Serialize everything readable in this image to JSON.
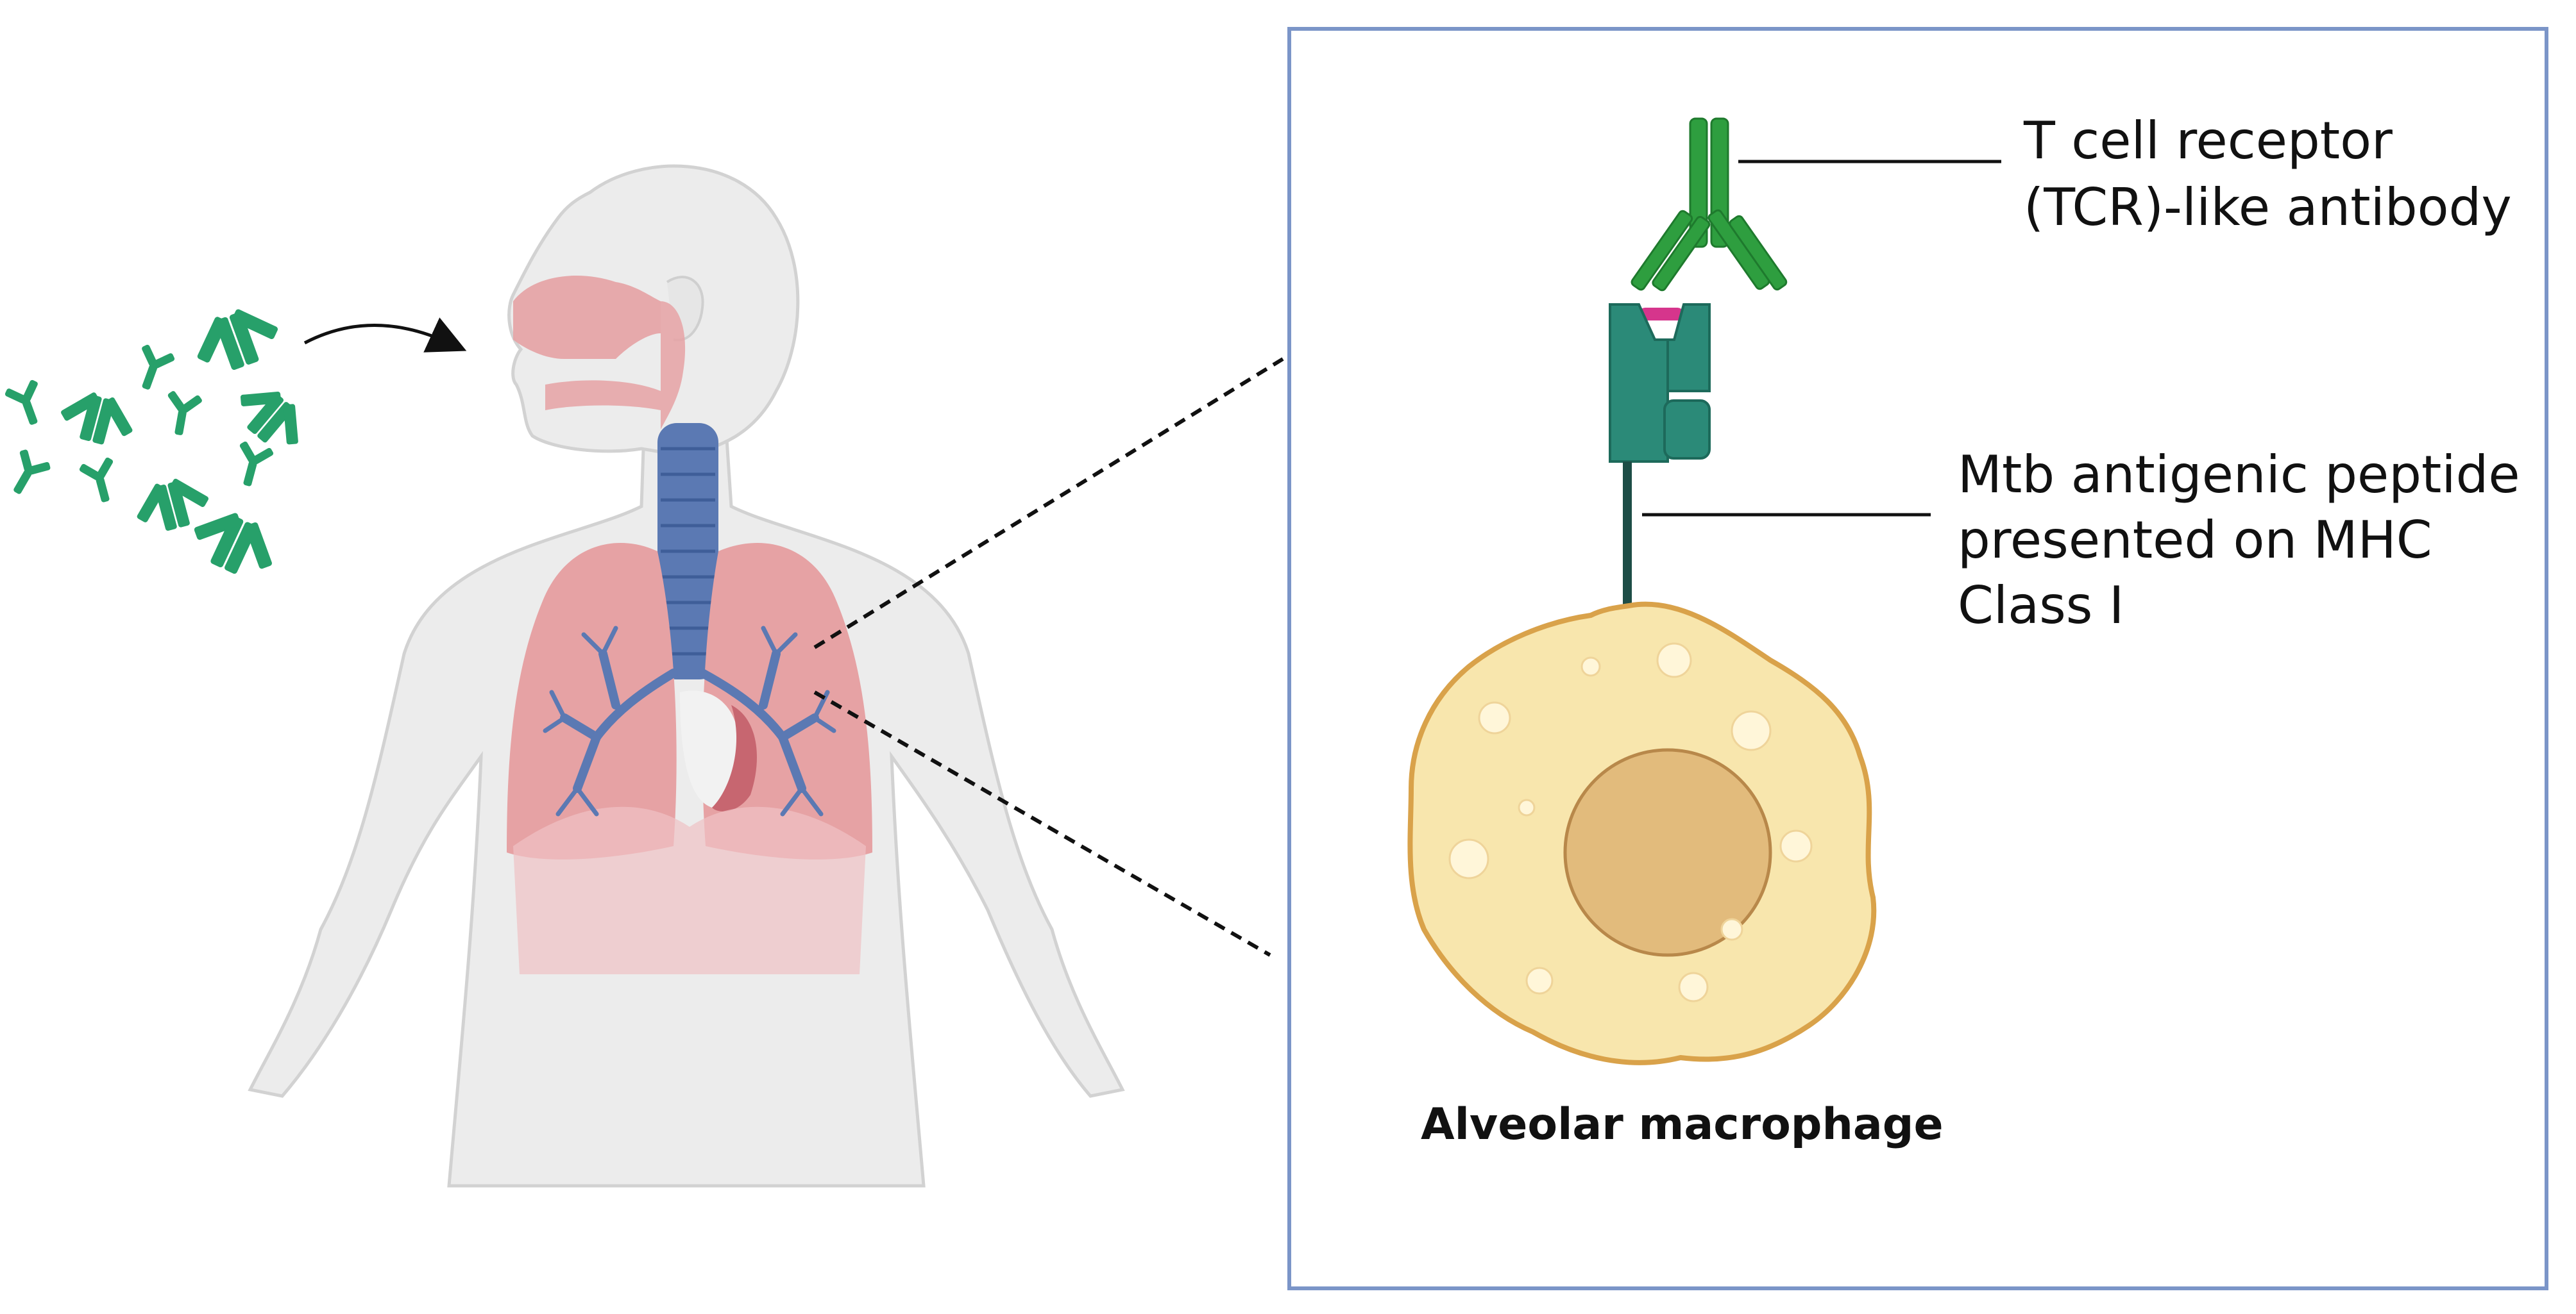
{
  "labels": {
    "tcr": {
      "line1": "T cell receptor",
      "line2": "(TCR)-like antibody"
    },
    "mhc": {
      "line1": "Mtb antigenic peptide",
      "line2": "presented on MHC",
      "line3": "Class I"
    },
    "macrophage": "Alveolar macrophage"
  },
  "icons": [
    "antibody-icon",
    "human-body-icon",
    "mhc-class-i-icon",
    "macrophage-icon",
    "arrow-icon"
  ],
  "colors": {
    "antibody_green": "#2e9e3f",
    "aerosol_green": "#27a06a",
    "mhc_teal": "#2b8a78",
    "peptide_pink": "#d6358c",
    "macrophage_fill": "#f8e6ad",
    "macrophage_outline": "#d9a24a",
    "nucleus_fill": "#e2bb7c",
    "lung_pink": "#e6a2a4",
    "airway_blue": "#5b79b3",
    "panel_border": "#7b95c8",
    "body_gray": "#ececec"
  }
}
